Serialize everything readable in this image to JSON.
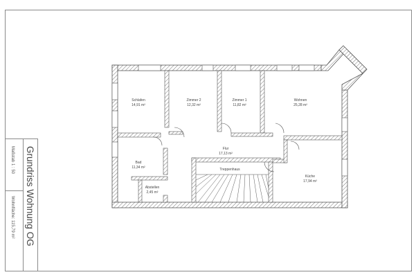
{
  "drawing": {
    "title": "Grundriss Wohnung OG",
    "scale": "Maßstab 1 : 50",
    "living_area": "Wohnfläche: 115,79 m²"
  },
  "rooms": [
    {
      "name": "Schlafen",
      "area": "14,91 m²"
    },
    {
      "name": "Zimmer 2",
      "area": "12,32 m²"
    },
    {
      "name": "Zimmer 1",
      "area": "11,82 m²"
    },
    {
      "name": "Wohnen",
      "area": "25,28 m²"
    },
    {
      "name": "Flur",
      "area": "17,13 m²"
    },
    {
      "name": "Bad",
      "area": "11,34 m²"
    },
    {
      "name": "Abstellen",
      "area": "2,45 m²"
    },
    {
      "name": "Treppenhaus",
      "area": ""
    },
    {
      "name": "Küche",
      "area": "17,94 m²"
    }
  ],
  "colors": {
    "line": "#555555",
    "hatch": "#777777",
    "frame": "#8a8a8a"
  }
}
